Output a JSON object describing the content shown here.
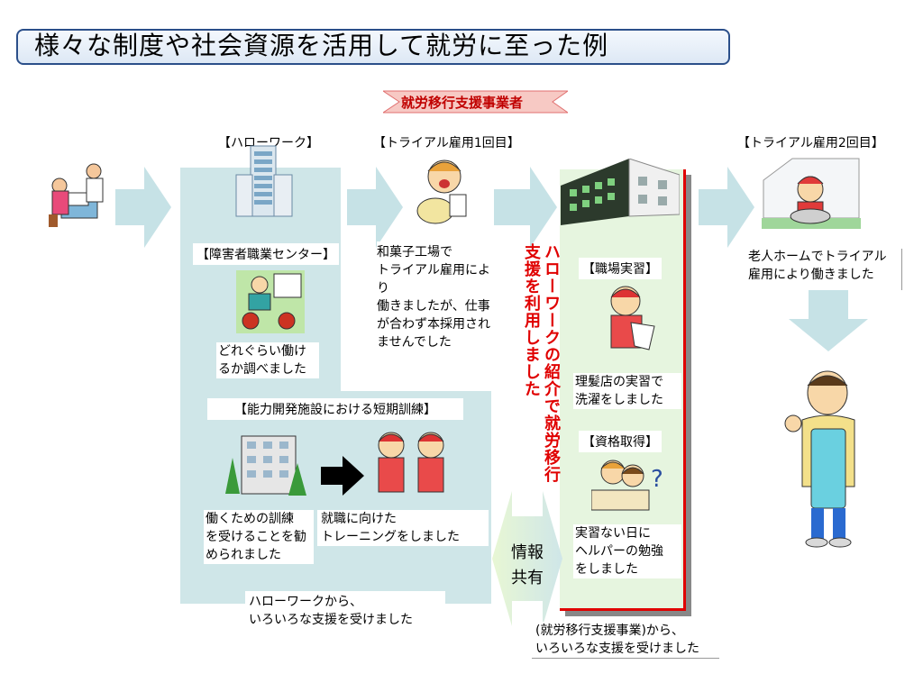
{
  "title": "様々な制度や社会資源を活用して就労に至った例",
  "banner": "就労移行支援事業者",
  "labels": {
    "hellowork": "【ハローワーク】",
    "trial1": "【トライアル雇用1回目】",
    "trial2": "【トライアル雇用2回目】",
    "center": "【障害者職業センター】",
    "training": "【能力開発施設における短期訓練】",
    "workplace": "【職場実習】",
    "qualification": "【資格取得】"
  },
  "texts": {
    "trial1": [
      "和菓子工場で",
      "トライアル雇用により",
      "働きましたが、仕事",
      "が合わず本採用され",
      "ませんでした"
    ],
    "trial2": [
      "老人ホームでトライアル",
      "雇用により働きました"
    ],
    "center": [
      "どれぐらい働け",
      "るか調べました"
    ],
    "training_left": [
      "働くための訓練",
      "を受けることを勧",
      "められました"
    ],
    "training_right": [
      "就職に向けた",
      "トレーニングをしました"
    ],
    "workplace": [
      "理髪店の実習で",
      "洗濯をしました"
    ],
    "qualification": [
      "実習ない日に",
      "ヘルパーの勉強",
      "をしました"
    ],
    "hellowork_support": [
      "ハローワークから、",
      "いろいろな支援を受けました"
    ],
    "agency_support": [
      "(就労移行支援事業)から、",
      "いろいろな支援を受けました"
    ],
    "vertical": [
      "ハローワークの紹介で就労移行",
      "支援を利用しました"
    ],
    "info_share": [
      "情報",
      "共有"
    ]
  },
  "colors": {
    "panel": "#cfe6e8",
    "arrow": "#c6e2e6",
    "green_box": "#e6f5df",
    "red": "#e00000",
    "title_border": "#2b4f8a"
  }
}
